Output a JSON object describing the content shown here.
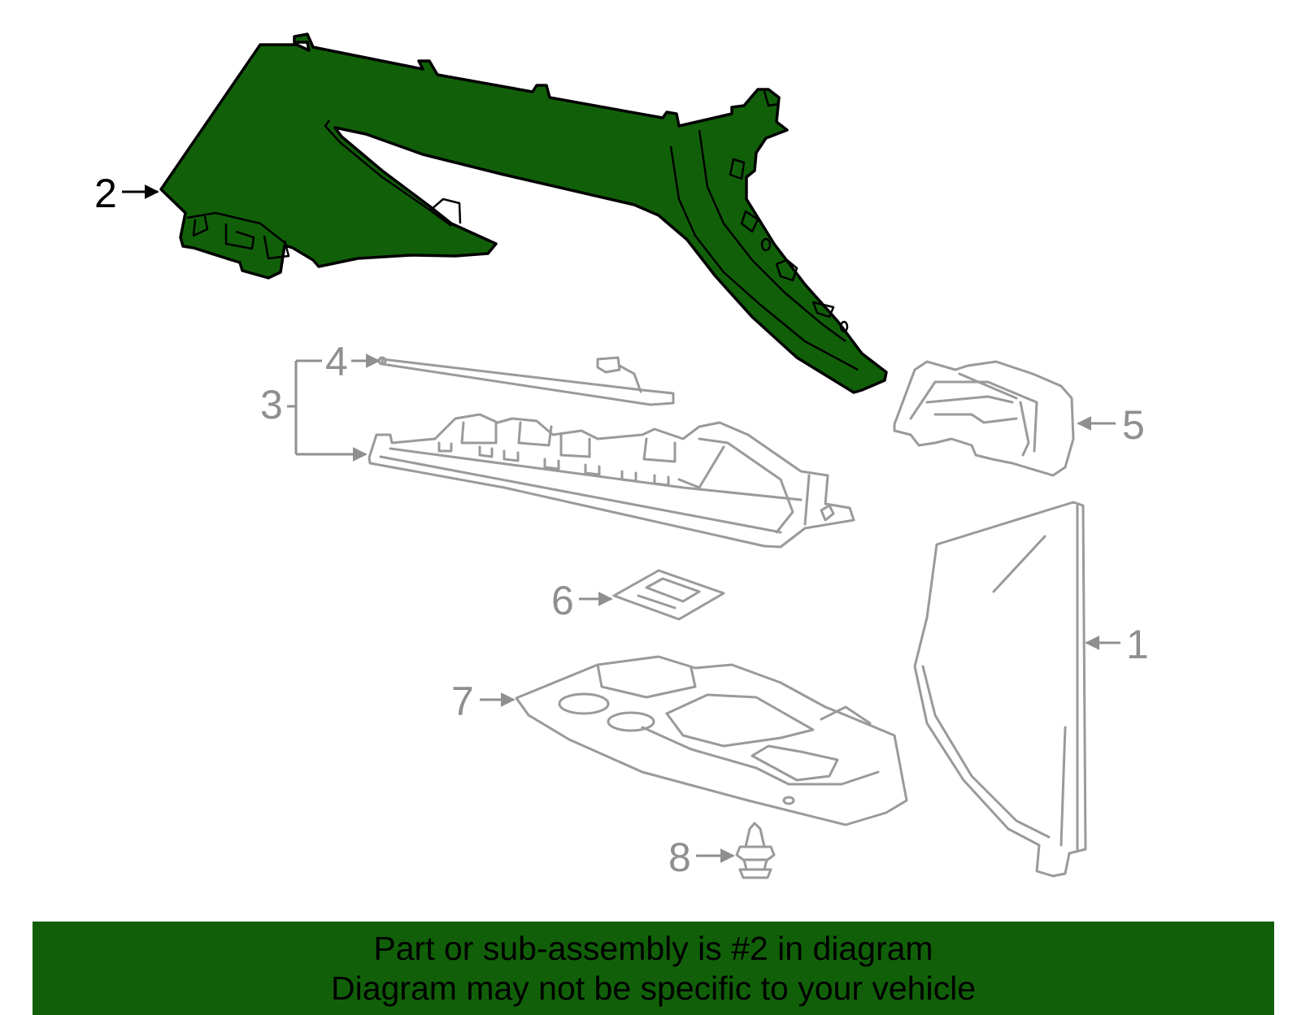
{
  "diagram": {
    "highlight_color": "#116009",
    "highlighted_part": "2",
    "callouts": [
      {
        "id": "1",
        "label": "1"
      },
      {
        "id": "2",
        "label": "2"
      },
      {
        "id": "3",
        "label": "3"
      },
      {
        "id": "4",
        "label": "4"
      },
      {
        "id": "5",
        "label": "5"
      },
      {
        "id": "6",
        "label": "6"
      },
      {
        "id": "7",
        "label": "7"
      },
      {
        "id": "8",
        "label": "8"
      }
    ]
  },
  "banner": {
    "line1": "Part or sub-assembly is #2 in diagram",
    "line2": "Diagram may not be specific to your vehicle",
    "background": "#116009"
  }
}
